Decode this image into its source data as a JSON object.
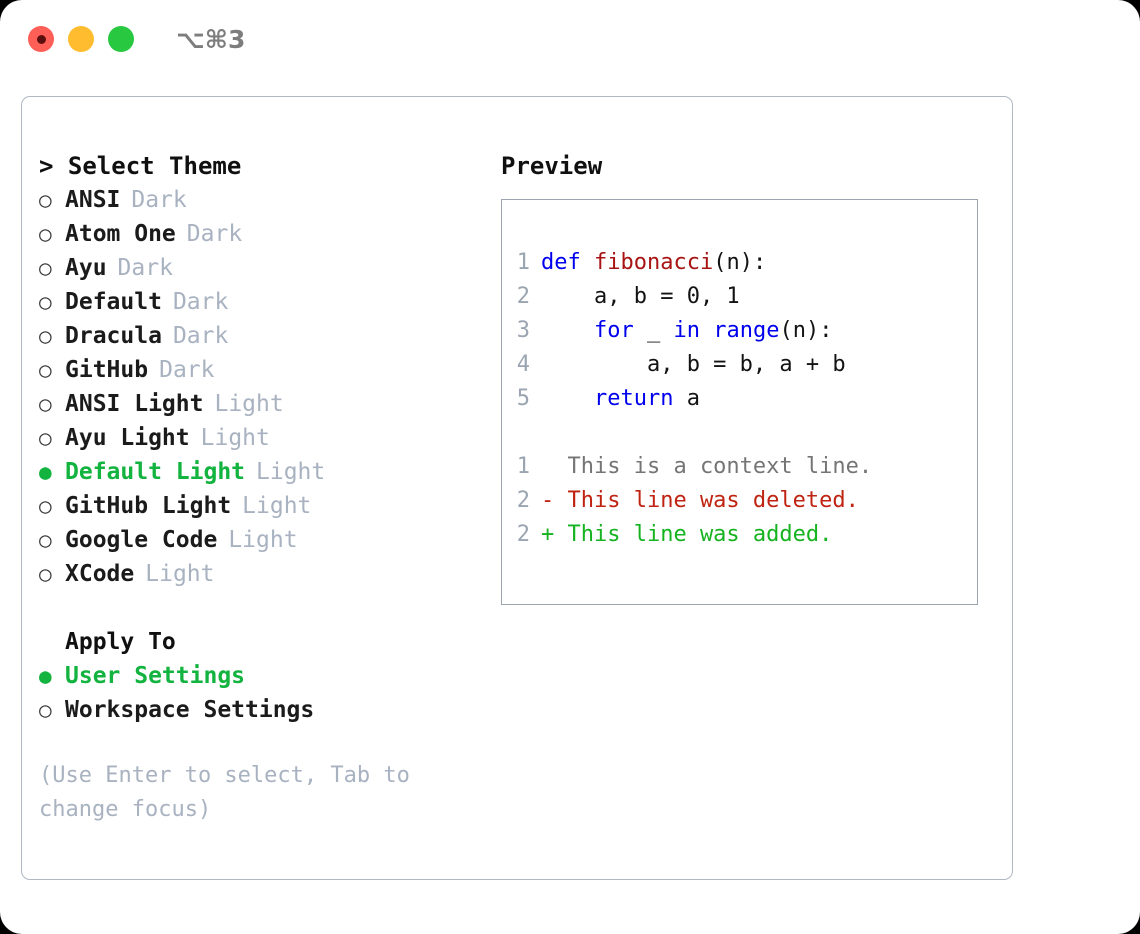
{
  "titlebar": {
    "shortcut": "⌥⌘3",
    "lights": [
      {
        "name": "close",
        "color": "#ff5f57",
        "dot": "#5c0f0f"
      },
      {
        "name": "minimize",
        "color": "#febc2e",
        "dot": ""
      },
      {
        "name": "zoom",
        "color": "#28c840",
        "dot": ""
      }
    ]
  },
  "theme_panel": {
    "title": "> Select Theme",
    "items": [
      {
        "marker": "○",
        "label": "ANSI",
        "badge": "Dark",
        "selected": false
      },
      {
        "marker": "○",
        "label": "Atom One",
        "badge": "Dark",
        "selected": false
      },
      {
        "marker": "○",
        "label": "Ayu",
        "badge": "Dark",
        "selected": false
      },
      {
        "marker": "○",
        "label": "Default",
        "badge": "Dark",
        "selected": false
      },
      {
        "marker": "○",
        "label": "Dracula",
        "badge": "Dark",
        "selected": false
      },
      {
        "marker": "○",
        "label": "GitHub",
        "badge": "Dark",
        "selected": false
      },
      {
        "marker": "○",
        "label": "ANSI Light",
        "badge": "Light",
        "selected": false
      },
      {
        "marker": "○",
        "label": "Ayu Light",
        "badge": "Light",
        "selected": false
      },
      {
        "marker": "●",
        "label": "Default Light",
        "badge": "Light",
        "selected": true
      },
      {
        "marker": "○",
        "label": "GitHub Light",
        "badge": "Light",
        "selected": false
      },
      {
        "marker": "○",
        "label": "Google Code",
        "badge": "Light",
        "selected": false
      },
      {
        "marker": "○",
        "label": "XCode",
        "badge": "Light",
        "selected": false
      }
    ],
    "apply_to": {
      "heading": "Apply To",
      "options": [
        {
          "marker": "●",
          "label": "User Settings",
          "selected": true
        },
        {
          "marker": "○",
          "label": "Workspace Settings",
          "selected": false
        }
      ]
    },
    "hint": "(Use Enter to select, Tab to change focus)"
  },
  "preview": {
    "title": "Preview",
    "code": [
      {
        "n": "1",
        "tokens": [
          {
            "t": "def",
            "c": "kw"
          },
          {
            "t": " ",
            "c": "txt"
          },
          {
            "t": "fibonacci",
            "c": "fn"
          },
          {
            "t": "(n):",
            "c": "txt"
          }
        ]
      },
      {
        "n": "2",
        "tokens": [
          {
            "t": "    a, b = 0, 1",
            "c": "txt"
          }
        ]
      },
      {
        "n": "3",
        "tokens": [
          {
            "t": "    ",
            "c": "txt"
          },
          {
            "t": "for",
            "c": "kw"
          },
          {
            "t": " _ ",
            "c": "txt"
          },
          {
            "t": "in",
            "c": "kw"
          },
          {
            "t": " ",
            "c": "txt"
          },
          {
            "t": "range",
            "c": "bi"
          },
          {
            "t": "(n):",
            "c": "txt"
          }
        ]
      },
      {
        "n": "4",
        "tokens": [
          {
            "t": "        a, b = b, a + b",
            "c": "txt"
          }
        ]
      },
      {
        "n": "5",
        "tokens": [
          {
            "t": "    ",
            "c": "txt"
          },
          {
            "t": "return",
            "c": "kw"
          },
          {
            "t": " a",
            "c": "txt"
          }
        ]
      }
    ],
    "diff": [
      {
        "n": "1",
        "text": "  This is a context line.",
        "c": "ctx"
      },
      {
        "n": "2",
        "text": "- This line was deleted.",
        "c": "del"
      },
      {
        "n": "2",
        "text": "+ This line was added.",
        "c": "add"
      }
    ]
  },
  "colors": {
    "accent_green": "#12b33f",
    "muted": "#a8b2c0",
    "border": "#b0b8c4",
    "keyword": "#0000ee",
    "function": "#a81414",
    "diff_deleted": "#bf2311",
    "diff_added": "#16b321"
  }
}
